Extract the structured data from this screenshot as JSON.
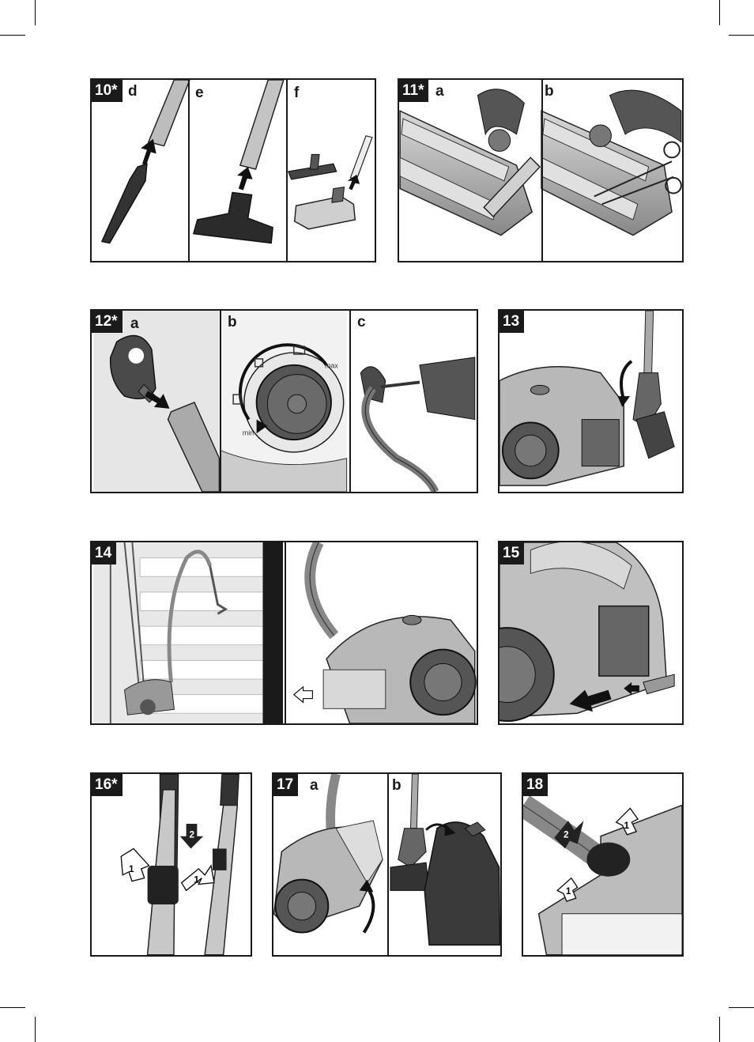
{
  "figures": [
    {
      "id": "fig10",
      "label": "10*",
      "subs": [
        "d",
        "e",
        "f"
      ]
    },
    {
      "id": "fig11",
      "label": "11*",
      "subs": [
        "a",
        "b"
      ]
    },
    {
      "id": "fig12",
      "label": "12*",
      "subs": [
        "a",
        "b",
        "c"
      ]
    },
    {
      "id": "fig13",
      "label": "13",
      "subs": []
    },
    {
      "id": "fig14",
      "label": "14",
      "subs": []
    },
    {
      "id": "fig15",
      "label": "15",
      "subs": []
    },
    {
      "id": "fig16",
      "label": "16*",
      "subs": []
    },
    {
      "id": "fig17",
      "label": "17",
      "subs": [
        "a",
        "b"
      ]
    },
    {
      "id": "fig18",
      "label": "18",
      "subs": []
    }
  ],
  "dial": {
    "label_max": "max",
    "label_min": "min"
  },
  "step_markers": {
    "one": "1",
    "two": "2"
  },
  "icons": [
    "up-arrow-icon",
    "down-arrow-icon",
    "curved-arrow-icon",
    "outline-arrow-icon",
    "scissors-icon",
    "drill-icon",
    "filter-icon"
  ]
}
